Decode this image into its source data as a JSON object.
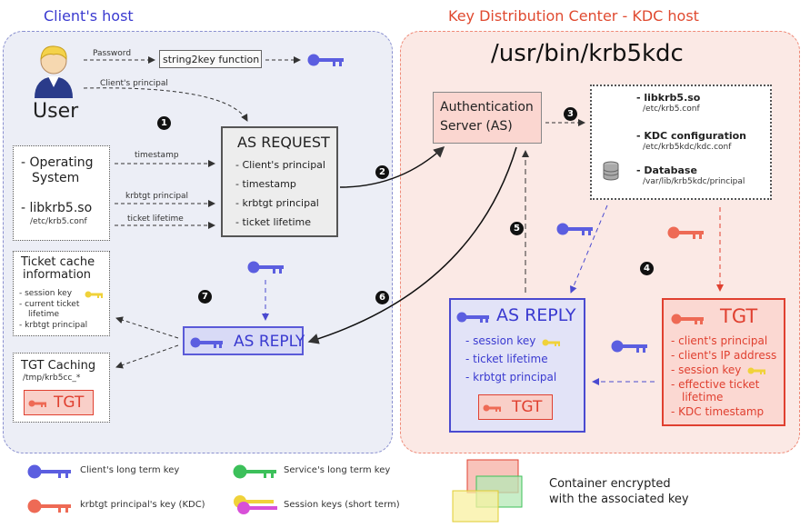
{
  "regions": {
    "client_title": "Client's host",
    "kdc_title": "Key Distribution Center - KDC host"
  },
  "user": {
    "label": "User"
  },
  "arrows": {
    "password": "Password",
    "client_principal": "Client's principal",
    "timestamp": "timestamp",
    "krbtgt_principal": "krbtgt principal",
    "ticket_lifetime": "ticket lifetime"
  },
  "string2key": "string2key function",
  "kdc_path": "/usr/bin/krb5kdc",
  "os_box": {
    "os_line1": "- Operating",
    "os_line2": "System",
    "lib": "- libkrb5.so",
    "lib_path": "/etc/krb5.conf"
  },
  "as_request": {
    "title": "AS REQUEST",
    "items": [
      "- Client's principal",
      "- timestamp",
      "- krbtgt principal",
      "- ticket lifetime"
    ]
  },
  "as_server": {
    "line1": "Authentication",
    "line2": "Server (AS)"
  },
  "kdc_config": {
    "lib": "- libkrb5.so",
    "lib_path": "/etc/krb5.conf",
    "config": "- KDC configuration",
    "config_path": "/etc/krb5kdc/kdc.conf",
    "db": "- Database",
    "db_path": "/var/lib/krb5kdc/principal"
  },
  "ticket_cache": {
    "title1": "Ticket cache",
    "title2": "information",
    "items": [
      "- session key",
      "- current ticket",
      "lifetime",
      "- krbtgt principal"
    ]
  },
  "tgt_caching": {
    "title": "TGT Caching",
    "path": "/tmp/krb5cc_*",
    "tgt": "TGT"
  },
  "as_reply_client": "AS REPLY",
  "as_reply_kdc": {
    "title": "AS REPLY",
    "items": [
      "- session key",
      "- ticket lifetime",
      "- krbtgt principal"
    ],
    "tgt": "TGT"
  },
  "tgt_kdc": {
    "title": "TGT",
    "items": [
      "- client's principal",
      "- client's IP address",
      "- session key",
      "- effective ticket",
      "lifetime",
      "- KDC timestamp"
    ]
  },
  "steps": [
    "1",
    "2",
    "3",
    "4",
    "5",
    "6",
    "7"
  ],
  "legend": {
    "client_key": "Client's long term key",
    "krbtgt_key": "krbtgt principal's key (KDC)",
    "service_key": "Service's long term key",
    "session_keys": "Session keys (short term)",
    "container_line1": "Container encrypted",
    "container_line2": "with the associated key"
  },
  "colors": {
    "client_key": "#5b5ee0",
    "krbtgt_key": "#ee6a55",
    "service_key": "#3cc05a",
    "session_key": "#f0d23a",
    "session_key2": "#d850d8",
    "as_reply_border": "#4a4ad0",
    "tgt_border": "#e04030"
  }
}
